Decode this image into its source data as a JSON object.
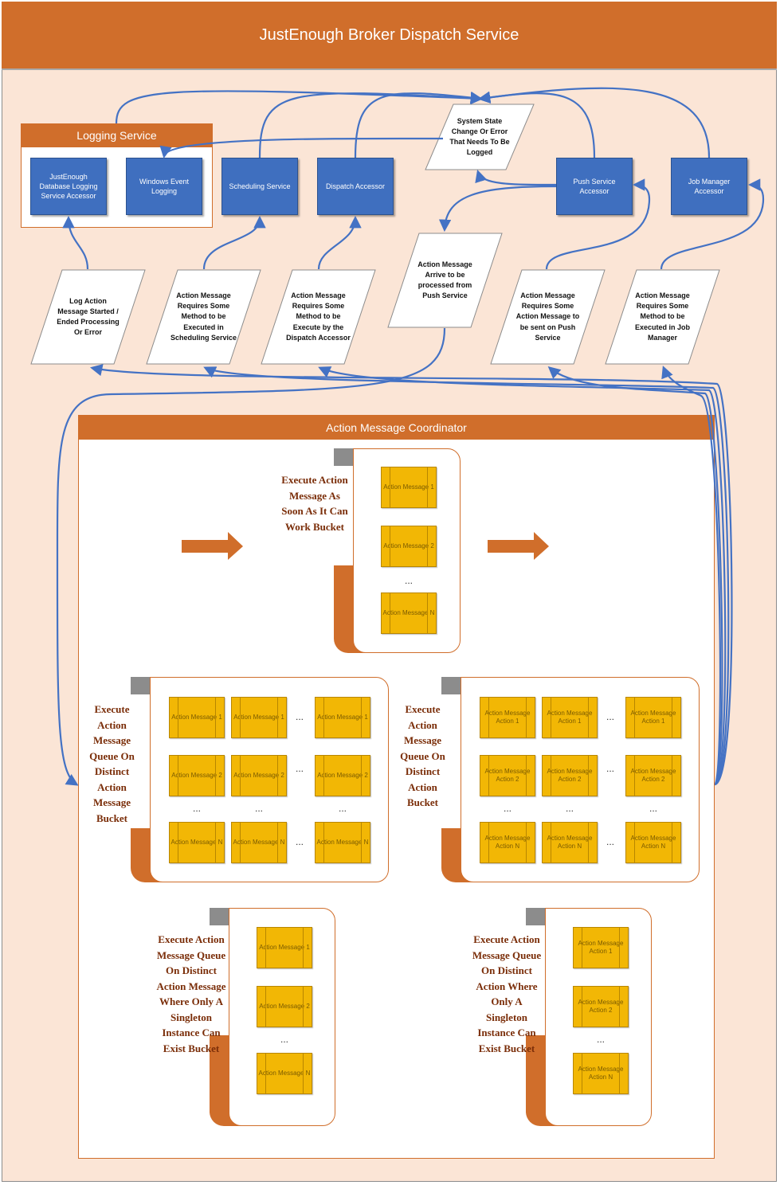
{
  "title": "JustEnough Broker Dispatch Service",
  "logging_service": {
    "title": "Logging Service",
    "children": [
      "JustEnough Database Logging Service Accessor",
      "Windows Event Logging"
    ]
  },
  "services": {
    "scheduling": "Scheduling Service",
    "dispatch": "Dispatch Accessor",
    "push": "Push Service Accessor",
    "job_manager": "Job Manager Accessor"
  },
  "state_change": "System State Change Or Error That Needs To Be Logged",
  "messages": {
    "log": "Log Action Message Started / Ended Processing Or Error",
    "scheduling": "Action Message Requires Some Method to be Executed in Scheduling Service",
    "dispatch": "Action Message Requires Some Method to be Execute by the Dispatch Accessor",
    "push_arrive": "Action Message Arrive to be processed from Push Service",
    "push_send": "Action Message Requires Some Action Message to be sent on Push Service",
    "job": "Action Message Requires Some Method to be Executed in Job Manager"
  },
  "coordinator": {
    "title": "Action Message Coordinator",
    "ellipsis": "...",
    "buckets": {
      "asap": {
        "label": "Execute Action Message As Soon As It Can Work Bucket",
        "items": [
          "Action Message 1",
          "Action Message 2",
          "Action Message N"
        ]
      },
      "distinct_message": {
        "label": "Execute Action Message Queue On Distinct Action Message Bucket",
        "rows": [
          [
            "Action Message 1",
            "Action Message 1",
            "Action Message 1"
          ],
          [
            "Action Message 2",
            "Action Message 2",
            "Action Message 2"
          ],
          [
            "Action Message N",
            "Action Message N",
            "Action Message N"
          ]
        ]
      },
      "distinct_action": {
        "label": "Execute Action Message Queue On Distinct Action Bucket",
        "rows": [
          [
            "Action Message Action 1",
            "Action Message Action 1",
            "Action Message Action 1"
          ],
          [
            "Action Message Action 2",
            "Action Message Action 2",
            "Action Message Action 2"
          ],
          [
            "Action Message Action N",
            "Action Message Action N",
            "Action Message Action N"
          ]
        ]
      },
      "singleton_message": {
        "label": "Execute Action Message Queue On Distinct Action Message Where Only A Singleton Instance Can Exist Bucket",
        "items": [
          "Action Message 1",
          "Action Message 2",
          "Action Message N"
        ]
      },
      "singleton_action": {
        "label": "Execute Action Message Queue On Distinct Action Where Only A Singleton Instance Can Exist Bucket",
        "items": [
          "Action Message Action 1",
          "Action Message Action 2",
          "Action Message Action N"
        ]
      }
    }
  },
  "colors": {
    "orange": "#d06e2b",
    "background": "#fbe5d6",
    "blue": "#3f6fbf",
    "connector": "#4472c4",
    "message_gold": "#f2b705",
    "label_brown": "#7a2d08"
  }
}
